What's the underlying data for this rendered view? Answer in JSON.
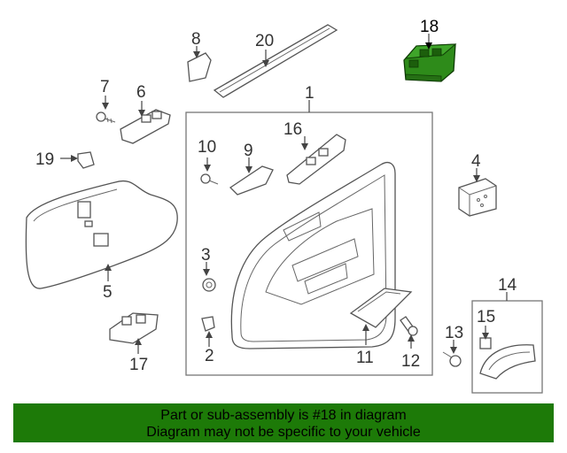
{
  "diagram": {
    "callouts": {
      "c1": "1",
      "c2": "2",
      "c3": "3",
      "c4": "4",
      "c5": "5",
      "c6": "6",
      "c7": "7",
      "c8": "8",
      "c9": "9",
      "c10": "10",
      "c11": "11",
      "c12": "12",
      "c13": "13",
      "c14": "14",
      "c15": "15",
      "c16": "16",
      "c17": "17",
      "c18": "18",
      "c19": "19",
      "c20": "20"
    },
    "highlighted_part": "18",
    "highlight_color": "#2e8b1a"
  },
  "footer": {
    "line1": "Part or sub-assembly is #18 in diagram",
    "line2": "Diagram may not be specific to your vehicle",
    "background": "#1d7a08"
  }
}
